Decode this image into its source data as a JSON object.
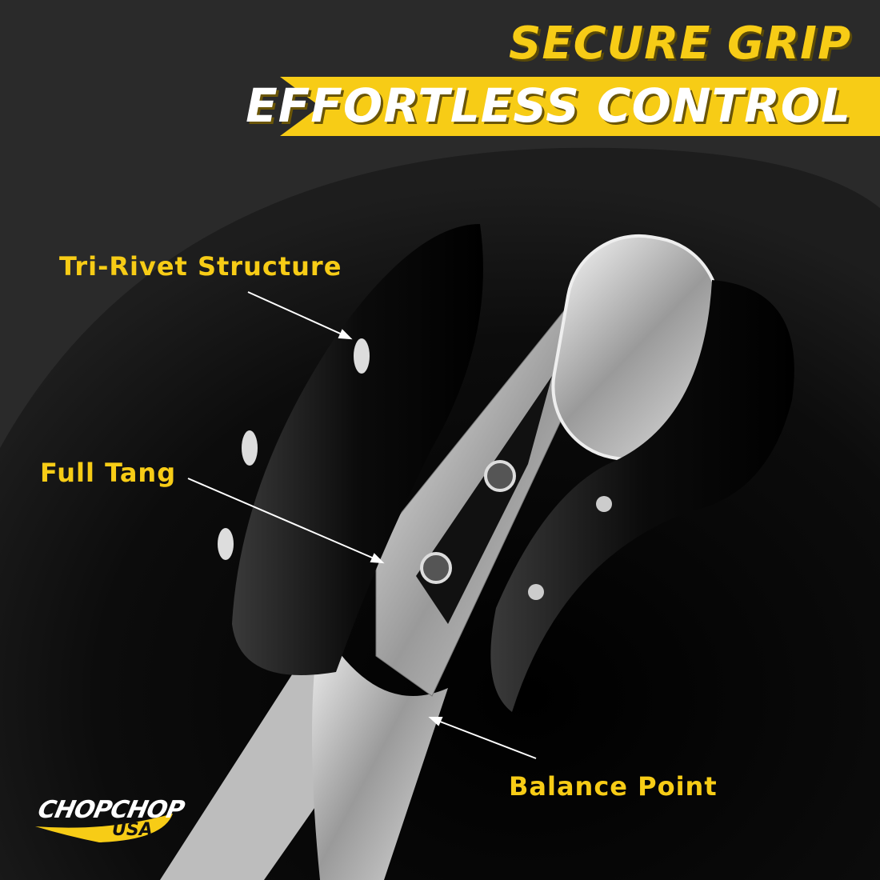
{
  "header": {
    "title": "SECURE GRIP",
    "banner": "EFFORTLESS CONTROL"
  },
  "callouts": {
    "rivet": "Tri-Rivet Structure",
    "tang": "Full Tang",
    "balance": "Balance Point"
  },
  "logo": {
    "name": "CHOPCHOP",
    "sub": "USA"
  },
  "colors": {
    "accent": "#f7cc16",
    "background": "#2a2a2a"
  }
}
